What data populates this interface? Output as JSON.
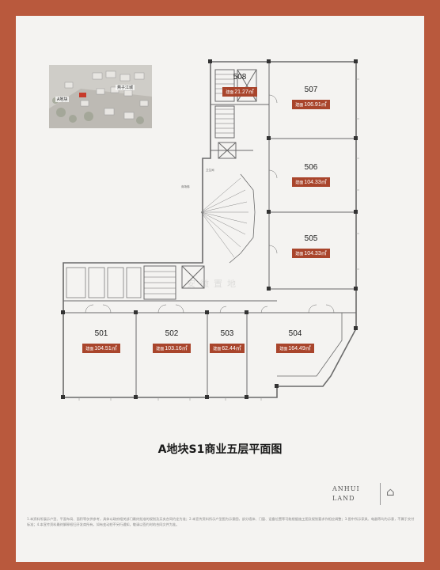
{
  "title": "A地块S1商业五层平面图",
  "brand": {
    "line1": "ANHUI",
    "line2": "LAND"
  },
  "keymap": {
    "label1": "燕子江城",
    "label2": "A地块"
  },
  "units": [
    {
      "id": "508",
      "prefix": "建面",
      "area": "21.27",
      "unit": "㎡"
    },
    {
      "id": "507",
      "prefix": "建面",
      "area": "106.91",
      "unit": "㎡"
    },
    {
      "id": "506",
      "prefix": "建面",
      "area": "104.33",
      "unit": "㎡"
    },
    {
      "id": "505",
      "prefix": "建面",
      "area": "104.33",
      "unit": "㎡"
    },
    {
      "id": "501",
      "prefix": "建面",
      "area": "104.51",
      "unit": "㎡"
    },
    {
      "id": "502",
      "prefix": "建面",
      "area": "103.16",
      "unit": "㎡"
    },
    {
      "id": "503",
      "prefix": "建面",
      "area": "62.44",
      "unit": "㎡"
    },
    {
      "id": "504",
      "prefix": "建面",
      "area": "164.49",
      "unit": "㎡"
    }
  ],
  "notes": {
    "n1": "商场梯",
    "n2": "卫生间"
  },
  "watermark": "安徽置地",
  "disclaimer": "1.本资料所展示户型、平面布局、面积等仅供参考，具体以政府相关部门最终批准的规划及买卖合同约定为准；2.本宣传资料所示户型图为示意图，部分墙体、门窗、设备位置等可能根据施工图及规划要求作相应调整；3.图中所示家具、电器等均为示意，不属于交付标准；4.本宣传资料最终解释权归开发商所有，如有变动恕不另行通知，敬请以签约时的合同文件为准。"
}
